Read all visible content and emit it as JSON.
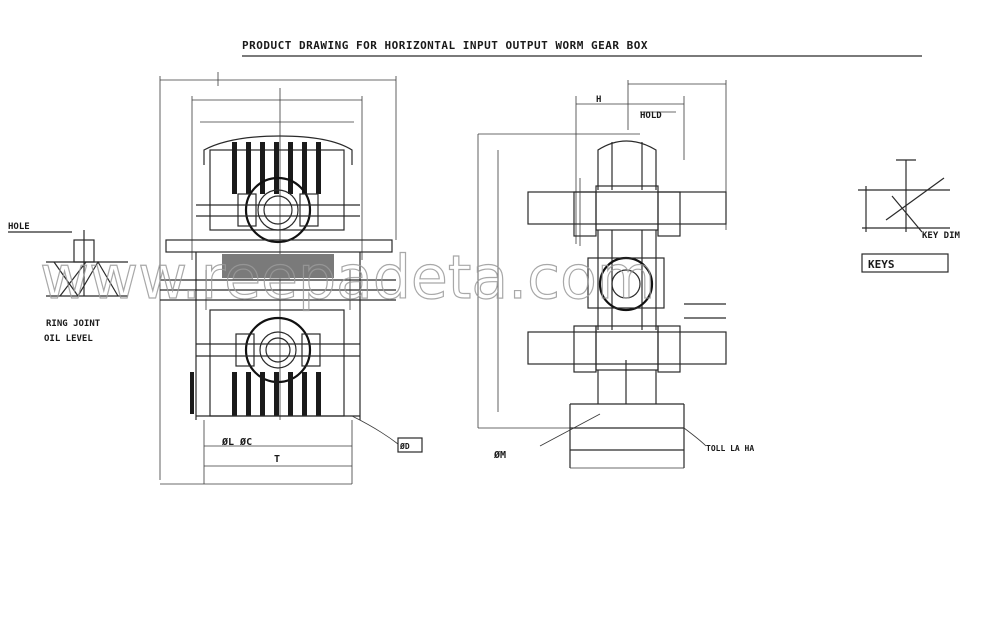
{
  "diagram": {
    "title": "PRODUCT DRAWING FOR HORIZONTAL INPUT OUTPUT WORM GEAR BOX",
    "watermark": "www.reepadeta.com",
    "labels": {
      "left_front_lower": "ØL  ØC",
      "left_front_bottom": "T",
      "left_front_note": "ØD",
      "left_side_ref_1": "RING JOINT",
      "left_side_ref_2": "OIL LEVEL",
      "left_side_top": "HOLE",
      "side_view_top_1": "H",
      "side_view_top_2": "HOLD",
      "side_view_bottom_1": "ØM",
      "side_view_bottom_2": "TOLL LA HA",
      "detail_right": "KEY DIM",
      "detail_right_box": "KEYS"
    }
  }
}
